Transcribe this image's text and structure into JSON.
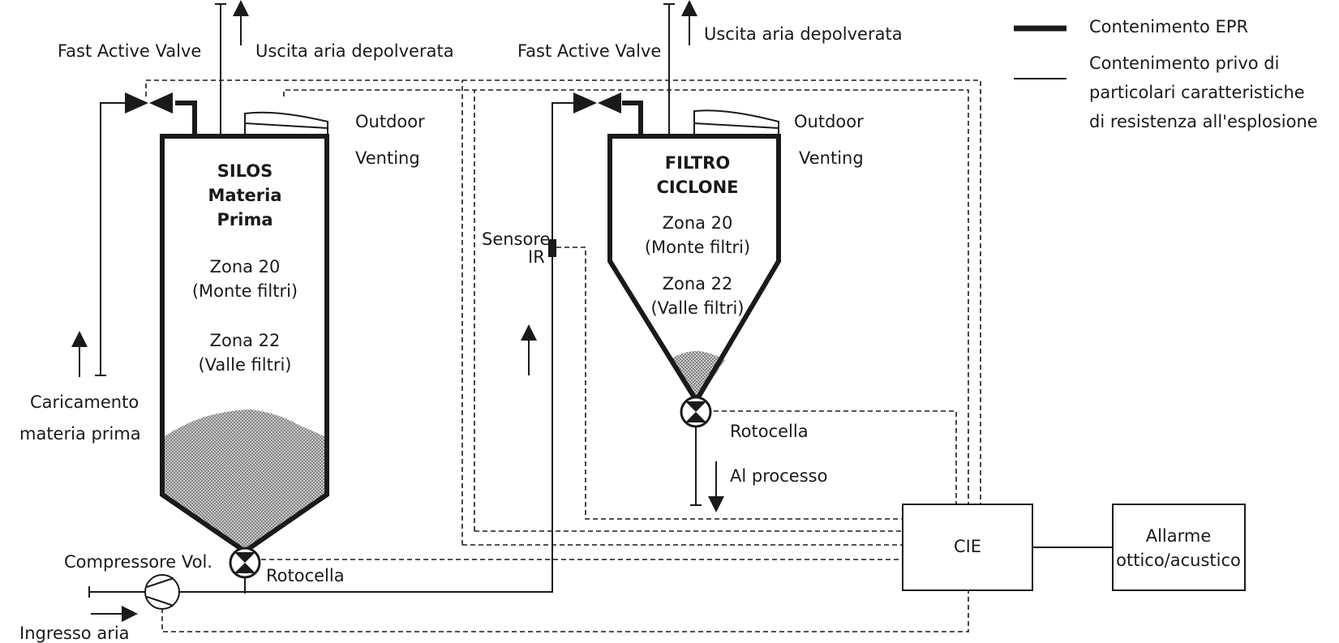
{
  "legend": {
    "epr": "Contenimento EPR",
    "plain_line1": "Contenimento privo di",
    "plain_line2": "particolari caratteristiche",
    "plain_line3": "di resistenza all'esplosione"
  },
  "silos": {
    "valve_label": "Fast Active Valve",
    "outlet_label": "Uscita aria depolverata",
    "venting_line1": "Outdoor",
    "venting_line2": "Venting",
    "title_line1": "SILOS",
    "title_line2": "Materia",
    "title_line3": "Prima",
    "zone20": "Zona 20",
    "zone20_sub": "(Monte filtri)",
    "zone22": "Zona 22",
    "zone22_sub": "(Valle filtri)",
    "loading_line1": "Caricamento",
    "loading_line2": "materia prima",
    "rotary_label": "Rotocella"
  },
  "cyclone": {
    "valve_label": "Fast Active Valve",
    "outlet_label": "Uscita aria depolverata",
    "venting_line1": "Outdoor",
    "venting_line2": "Venting",
    "title_line1": "FILTRO",
    "title_line2": "CICLONE",
    "zone20": "Zona 20",
    "zone20_sub": "(Monte filtri)",
    "zone22": "Zona 22",
    "zone22_sub": "(Valle filtri)",
    "rotary_label": "Rotocella",
    "process_label": "Al processo"
  },
  "sensor": {
    "line1": "Sensore",
    "line2": "IR"
  },
  "compressor_label": "Compressore Vol.",
  "air_inlet_label": "Ingresso aria",
  "cie_label": "CIE",
  "alarm_line1": "Allarme",
  "alarm_line2": "ottico/acustico"
}
